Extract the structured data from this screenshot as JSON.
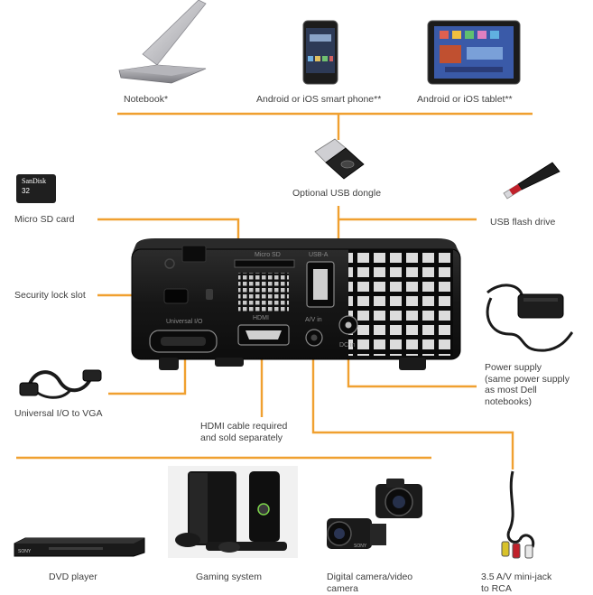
{
  "labels": {
    "notebook": "Notebook*",
    "smartphone": "Android or iOS smart phone**",
    "tablet": "Android or iOS tablet**",
    "usb_dongle": "Optional USB dongle",
    "micro_sd_card": "Micro SD card",
    "usb_flash_drive": "USB flash drive",
    "security_lock_slot": "Security lock slot",
    "power_supply": [
      "Power supply",
      "(same power supply",
      "as most Dell",
      "notebooks)"
    ],
    "universal_io_vga": "Universal I/O to VGA",
    "hdmi_cable": [
      "HDMI cable required",
      "and sold separately"
    ],
    "dvd_player": "DVD player",
    "gaming_system": "Gaming system",
    "digital_camera": [
      "Digital camera/video",
      "camera"
    ],
    "av_minijack": [
      "3.5 A/V mini-jack",
      "to RCA"
    ]
  },
  "device_ports": {
    "micro_sd": "Micro SD",
    "usb_a": "USB-A",
    "universal_io": "Universal I/O",
    "hdmi": "HDMI",
    "av_in": "A/V in",
    "dc_in": "DC in"
  },
  "device_text": {
    "sd_brand": "SanDisk",
    "sd_capacity": "32",
    "dvd_brand": "SONY",
    "camera_brand": "SONY"
  },
  "colors": {
    "accent": "#f0a030",
    "device_body": "#1e1e1e",
    "text": "#404040"
  }
}
